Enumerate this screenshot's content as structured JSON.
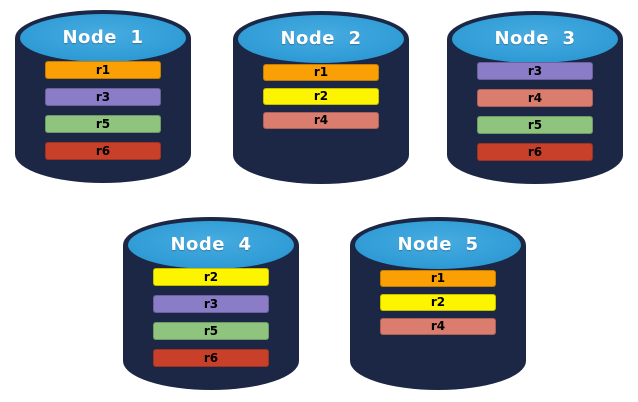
{
  "diagram": {
    "description": "Five database node cylinders holding colored replica bars"
  },
  "colors": {
    "background": "#ffffff",
    "cylinder_body": "#1C2746",
    "cylinder_rim": "#1C2746",
    "cylinder_top": "#2F9BD5",
    "cylinder_top_highlight": "#47ACE1",
    "title_text": "#ffffff",
    "bar_text": "#000000",
    "replica_colors": {
      "r1": "#FAA005",
      "r2": "#FDF500",
      "r3": "#8B7CC8",
      "r4": "#DB7D6E",
      "r5": "#8FC47E",
      "r6": "#C9402A"
    }
  },
  "nodes": [
    {
      "label": "Node  1",
      "replicas": [
        "r1",
        "r3",
        "r5",
        "r6"
      ]
    },
    {
      "label": "Node  2",
      "replicas": [
        "r1",
        "r2",
        "r4"
      ]
    },
    {
      "label": "Node  3",
      "replicas": [
        "r3",
        "r4",
        "r5",
        "r6"
      ]
    },
    {
      "label": "Node  4",
      "replicas": [
        "r2",
        "r3",
        "r5",
        "r6"
      ]
    },
    {
      "label": "Node  5",
      "replicas": [
        "r1",
        "r2",
        "r4"
      ]
    }
  ]
}
